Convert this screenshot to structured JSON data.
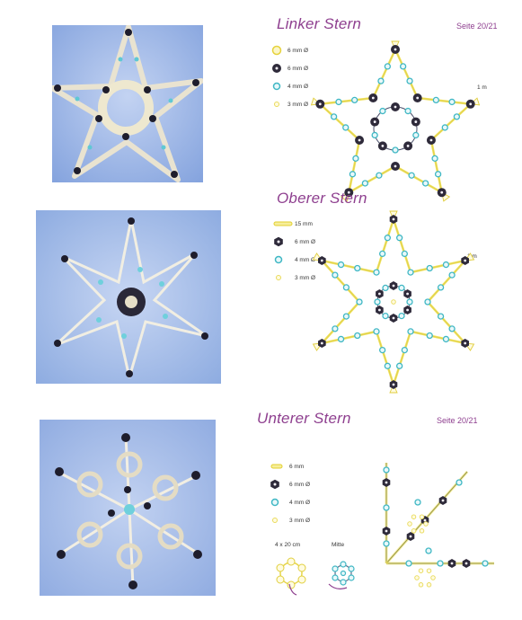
{
  "sections": [
    {
      "title": "Linker Stern",
      "page": "Seite 20/21",
      "measure": "1 m",
      "legend": [
        {
          "label": "6 mm Ø",
          "icon": "pearl-bead-icon",
          "color": "#f3e55a"
        },
        {
          "label": "6 mm Ø",
          "icon": "black-bead-icon",
          "color": "#2e2a3a"
        },
        {
          "label": "4 mm Ø",
          "icon": "turquoise-bead-icon",
          "color": "#3fb7c4"
        },
        {
          "label": "3 mm Ø",
          "icon": "seed-bead-icon",
          "color": "#f6e68a"
        }
      ]
    },
    {
      "title": "Oberer Stern",
      "page": "",
      "measure": "1 m",
      "legend": [
        {
          "label": "15 mm",
          "icon": "bugle-bead-icon",
          "color": "#f3e55a"
        },
        {
          "label": "6 mm Ø",
          "icon": "black-bead-icon",
          "color": "#2e2a3a"
        },
        {
          "label": "4 mm Ø",
          "icon": "turquoise-bead-icon",
          "color": "#3fb7c4"
        },
        {
          "label": "3 mm Ø",
          "icon": "seed-bead-icon",
          "color": "#f6e68a"
        }
      ]
    },
    {
      "title": "Unterer Stern",
      "page": "Seite 20/21",
      "measure": "",
      "legend": [
        {
          "label": "6 mm",
          "icon": "bugle-bead-icon",
          "color": "#f3e55a"
        },
        {
          "label": "6 mm Ø",
          "icon": "black-bead-icon",
          "color": "#2e2a3a"
        },
        {
          "label": "4 mm Ø",
          "icon": "turquoise-bead-icon",
          "color": "#3fb7c4"
        },
        {
          "label": "3 mm Ø",
          "icon": "seed-bead-icon",
          "color": "#f6e68a"
        }
      ],
      "thread": "4 x 20 cm",
      "center": "Mitte"
    }
  ]
}
